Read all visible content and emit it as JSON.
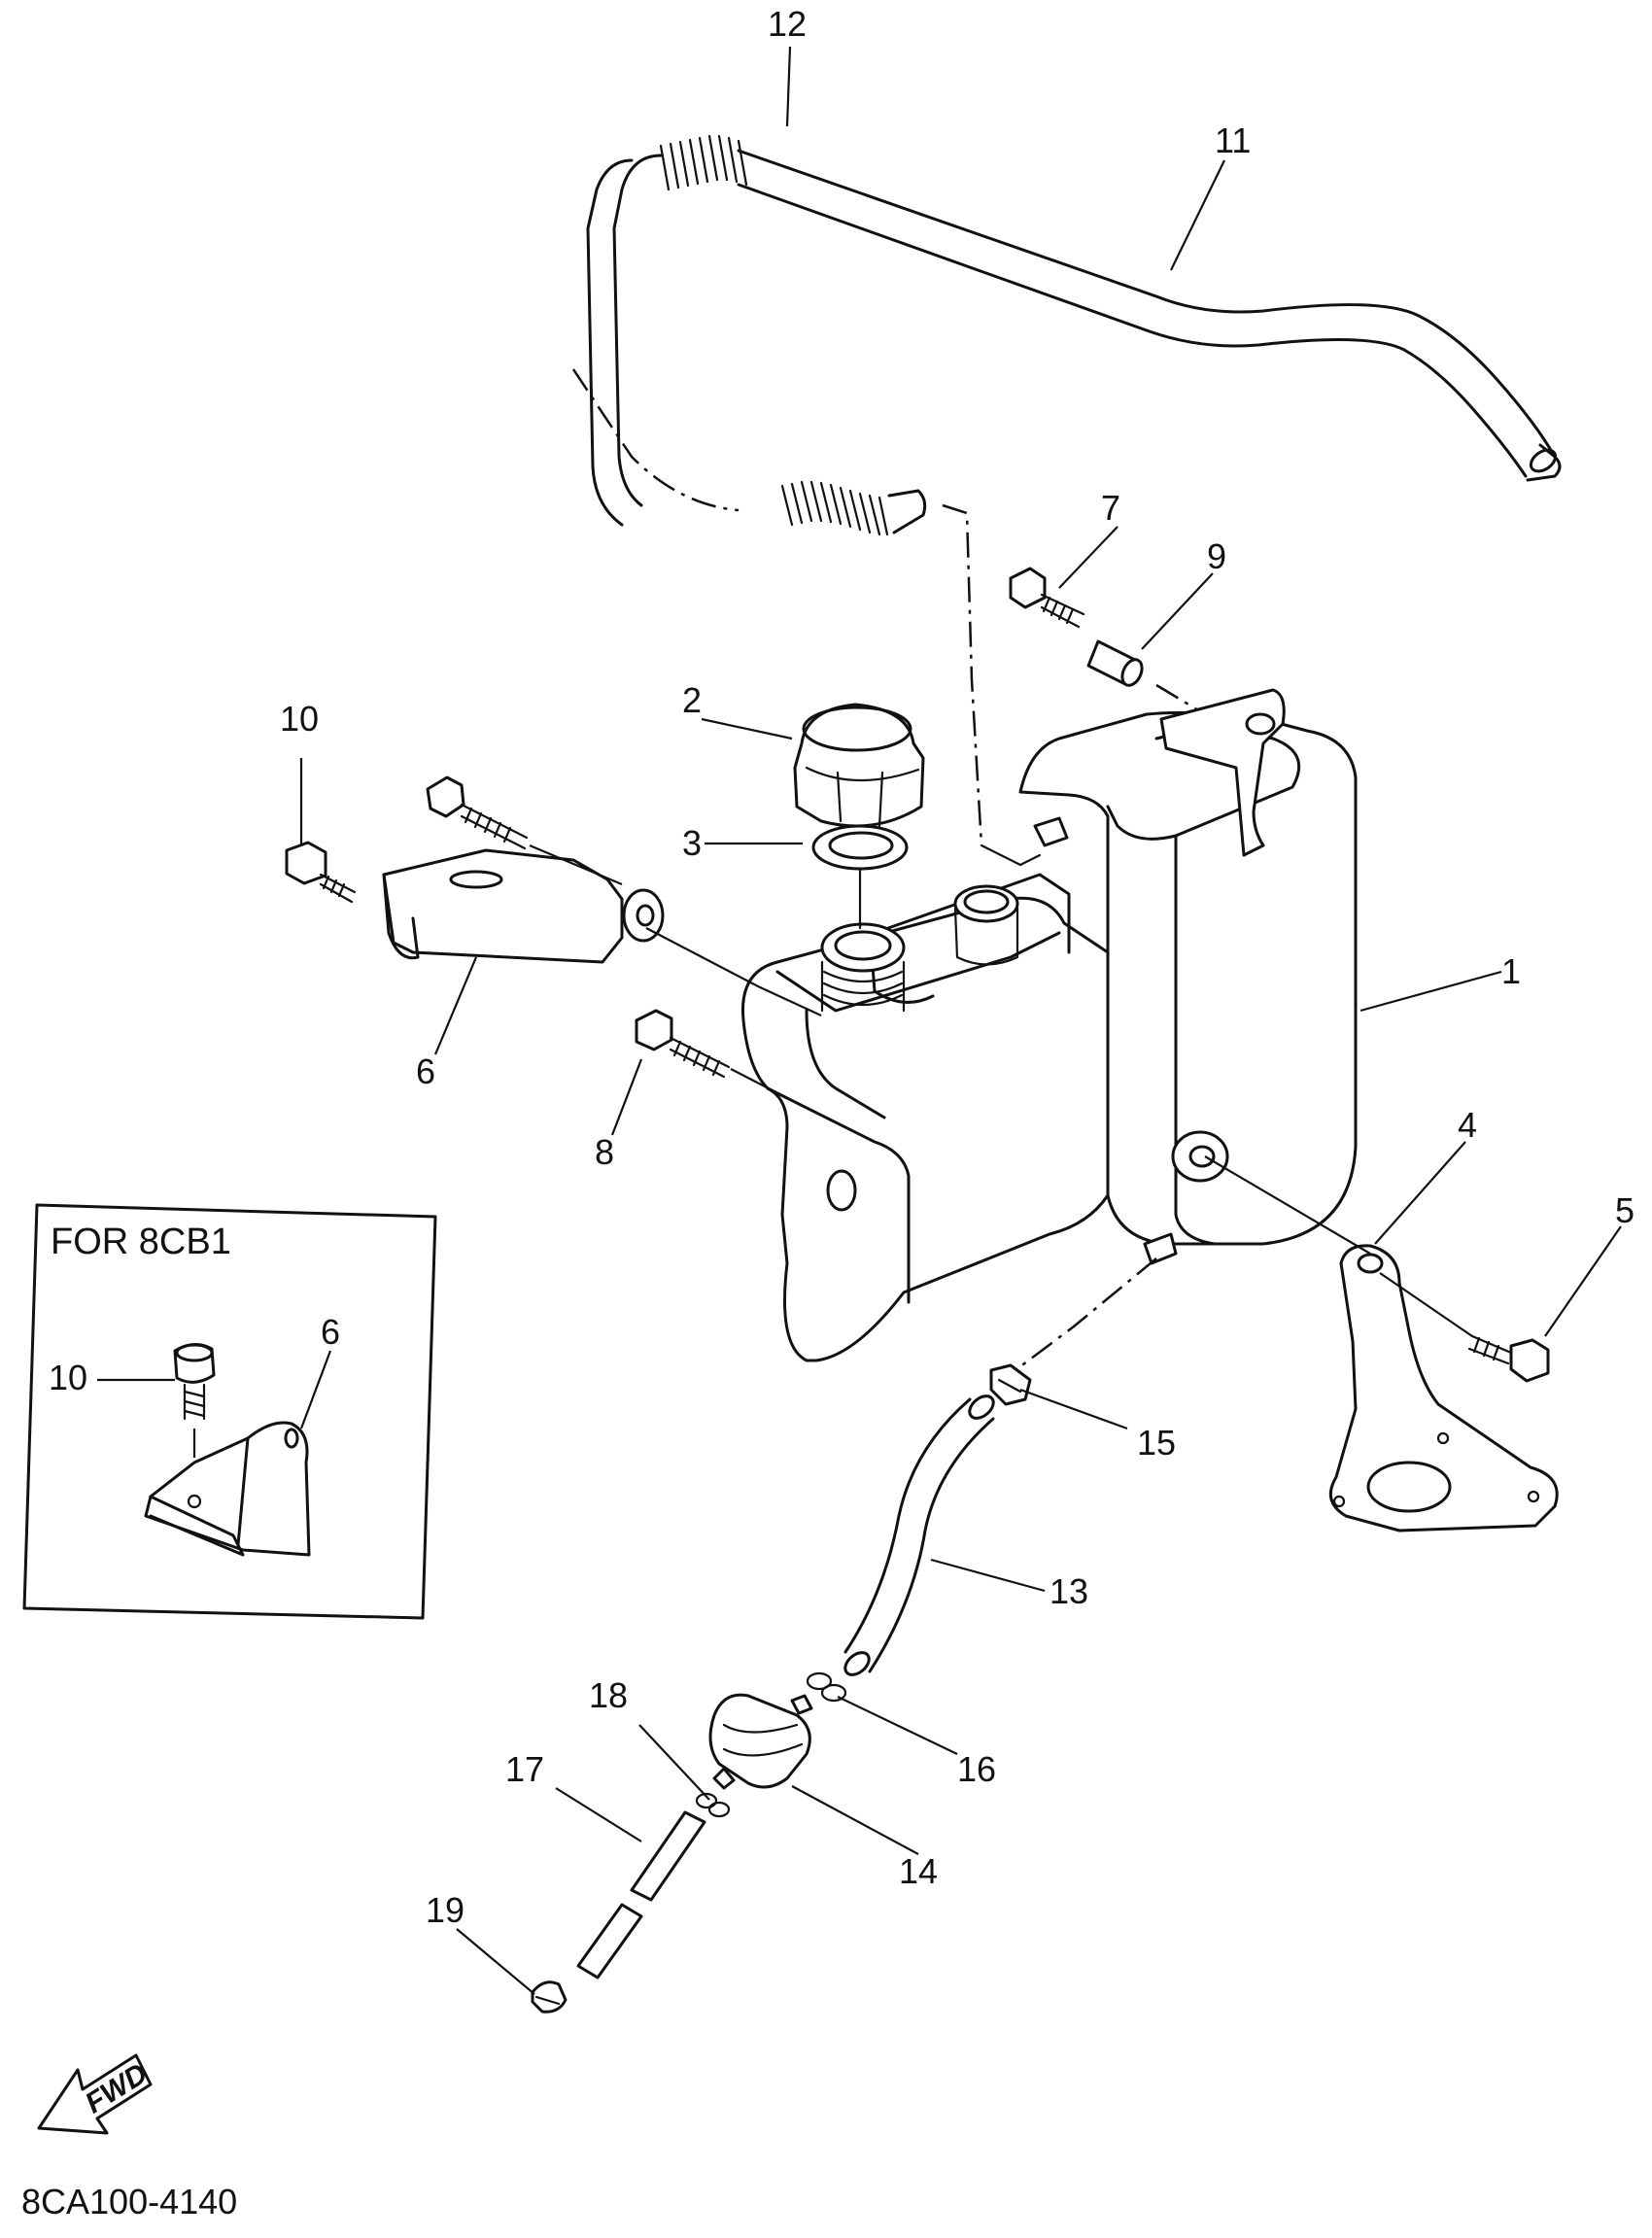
{
  "parts": [
    {
      "id": "label-1",
      "text": "1"
    },
    {
      "id": "label-2",
      "text": "2"
    },
    {
      "id": "label-3",
      "text": "3"
    },
    {
      "id": "label-4",
      "text": "4"
    },
    {
      "id": "label-5",
      "text": "5"
    },
    {
      "id": "label-6",
      "text": "6"
    },
    {
      "id": "label-7",
      "text": "7"
    },
    {
      "id": "label-8",
      "text": "8"
    },
    {
      "id": "label-9",
      "text": "9"
    },
    {
      "id": "label-10",
      "text": "10"
    },
    {
      "id": "label-11",
      "text": "11"
    },
    {
      "id": "label-12",
      "text": "12"
    },
    {
      "id": "label-13",
      "text": "13"
    },
    {
      "id": "label-14",
      "text": "14"
    },
    {
      "id": "label-15",
      "text": "15"
    },
    {
      "id": "label-16",
      "text": "16"
    },
    {
      "id": "label-17",
      "text": "17"
    },
    {
      "id": "label-18",
      "text": "18"
    },
    {
      "id": "label-19",
      "text": "19"
    }
  ],
  "inset": {
    "title": "FOR 8CB1",
    "label_10": "10",
    "label_6": "6"
  },
  "fwd_arrow": {
    "text": "FWD"
  },
  "diagram_code": "8CA100-4140"
}
